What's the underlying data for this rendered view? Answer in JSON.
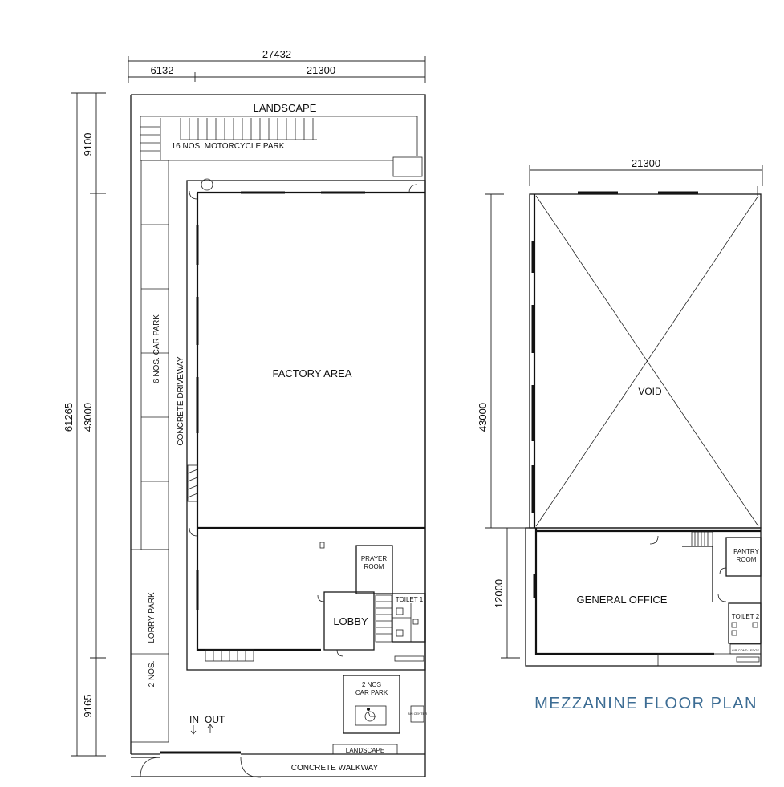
{
  "ground": {
    "dim_total_width": "27432",
    "dim_left_width": "6132",
    "dim_right_width": "21300",
    "dim_total_length": "61265",
    "dim_top": "9100",
    "dim_middle": "43000",
    "dim_bottom": "9165",
    "landscape_top": "LANDSCAPE",
    "motorcycle_park": "16 NOS. MOTORCYCLE PARK",
    "car_park_6": "6 NOS. CAR PARK",
    "concrete_driveway": "CONCRETE DRIVEWAY",
    "factory_area": "FACTORY AREA",
    "lorry_park_1": "2 NOS.",
    "lorry_park_2": "LORRY PARK",
    "prayer_room_1": "PRAYER",
    "prayer_room_2": "ROOM",
    "toilet_1": "TOILET 1",
    "lobby": "LOBBY",
    "car_park_2_line1": "2 NOS",
    "car_park_2_line2": "CAR PARK",
    "in": "IN",
    "out": "OUT",
    "landscape_bottom": "LANDSCAPE",
    "concrete_walkway": "CONCRETE WALKWAY",
    "bin_label": "BIN CENTER"
  },
  "mezzanine": {
    "dim_width": "21300",
    "dim_void_length": "43000",
    "dim_office_length": "12000",
    "void": "VOID",
    "general_office": "GENERAL OFFICE",
    "pantry_1": "PANTRY",
    "pantry_2": "ROOM",
    "toilet_2": "TOILET 2",
    "aircond_label": "AIR-COND LEDGE",
    "title": "MEZZANINE FLOOR PLAN"
  }
}
